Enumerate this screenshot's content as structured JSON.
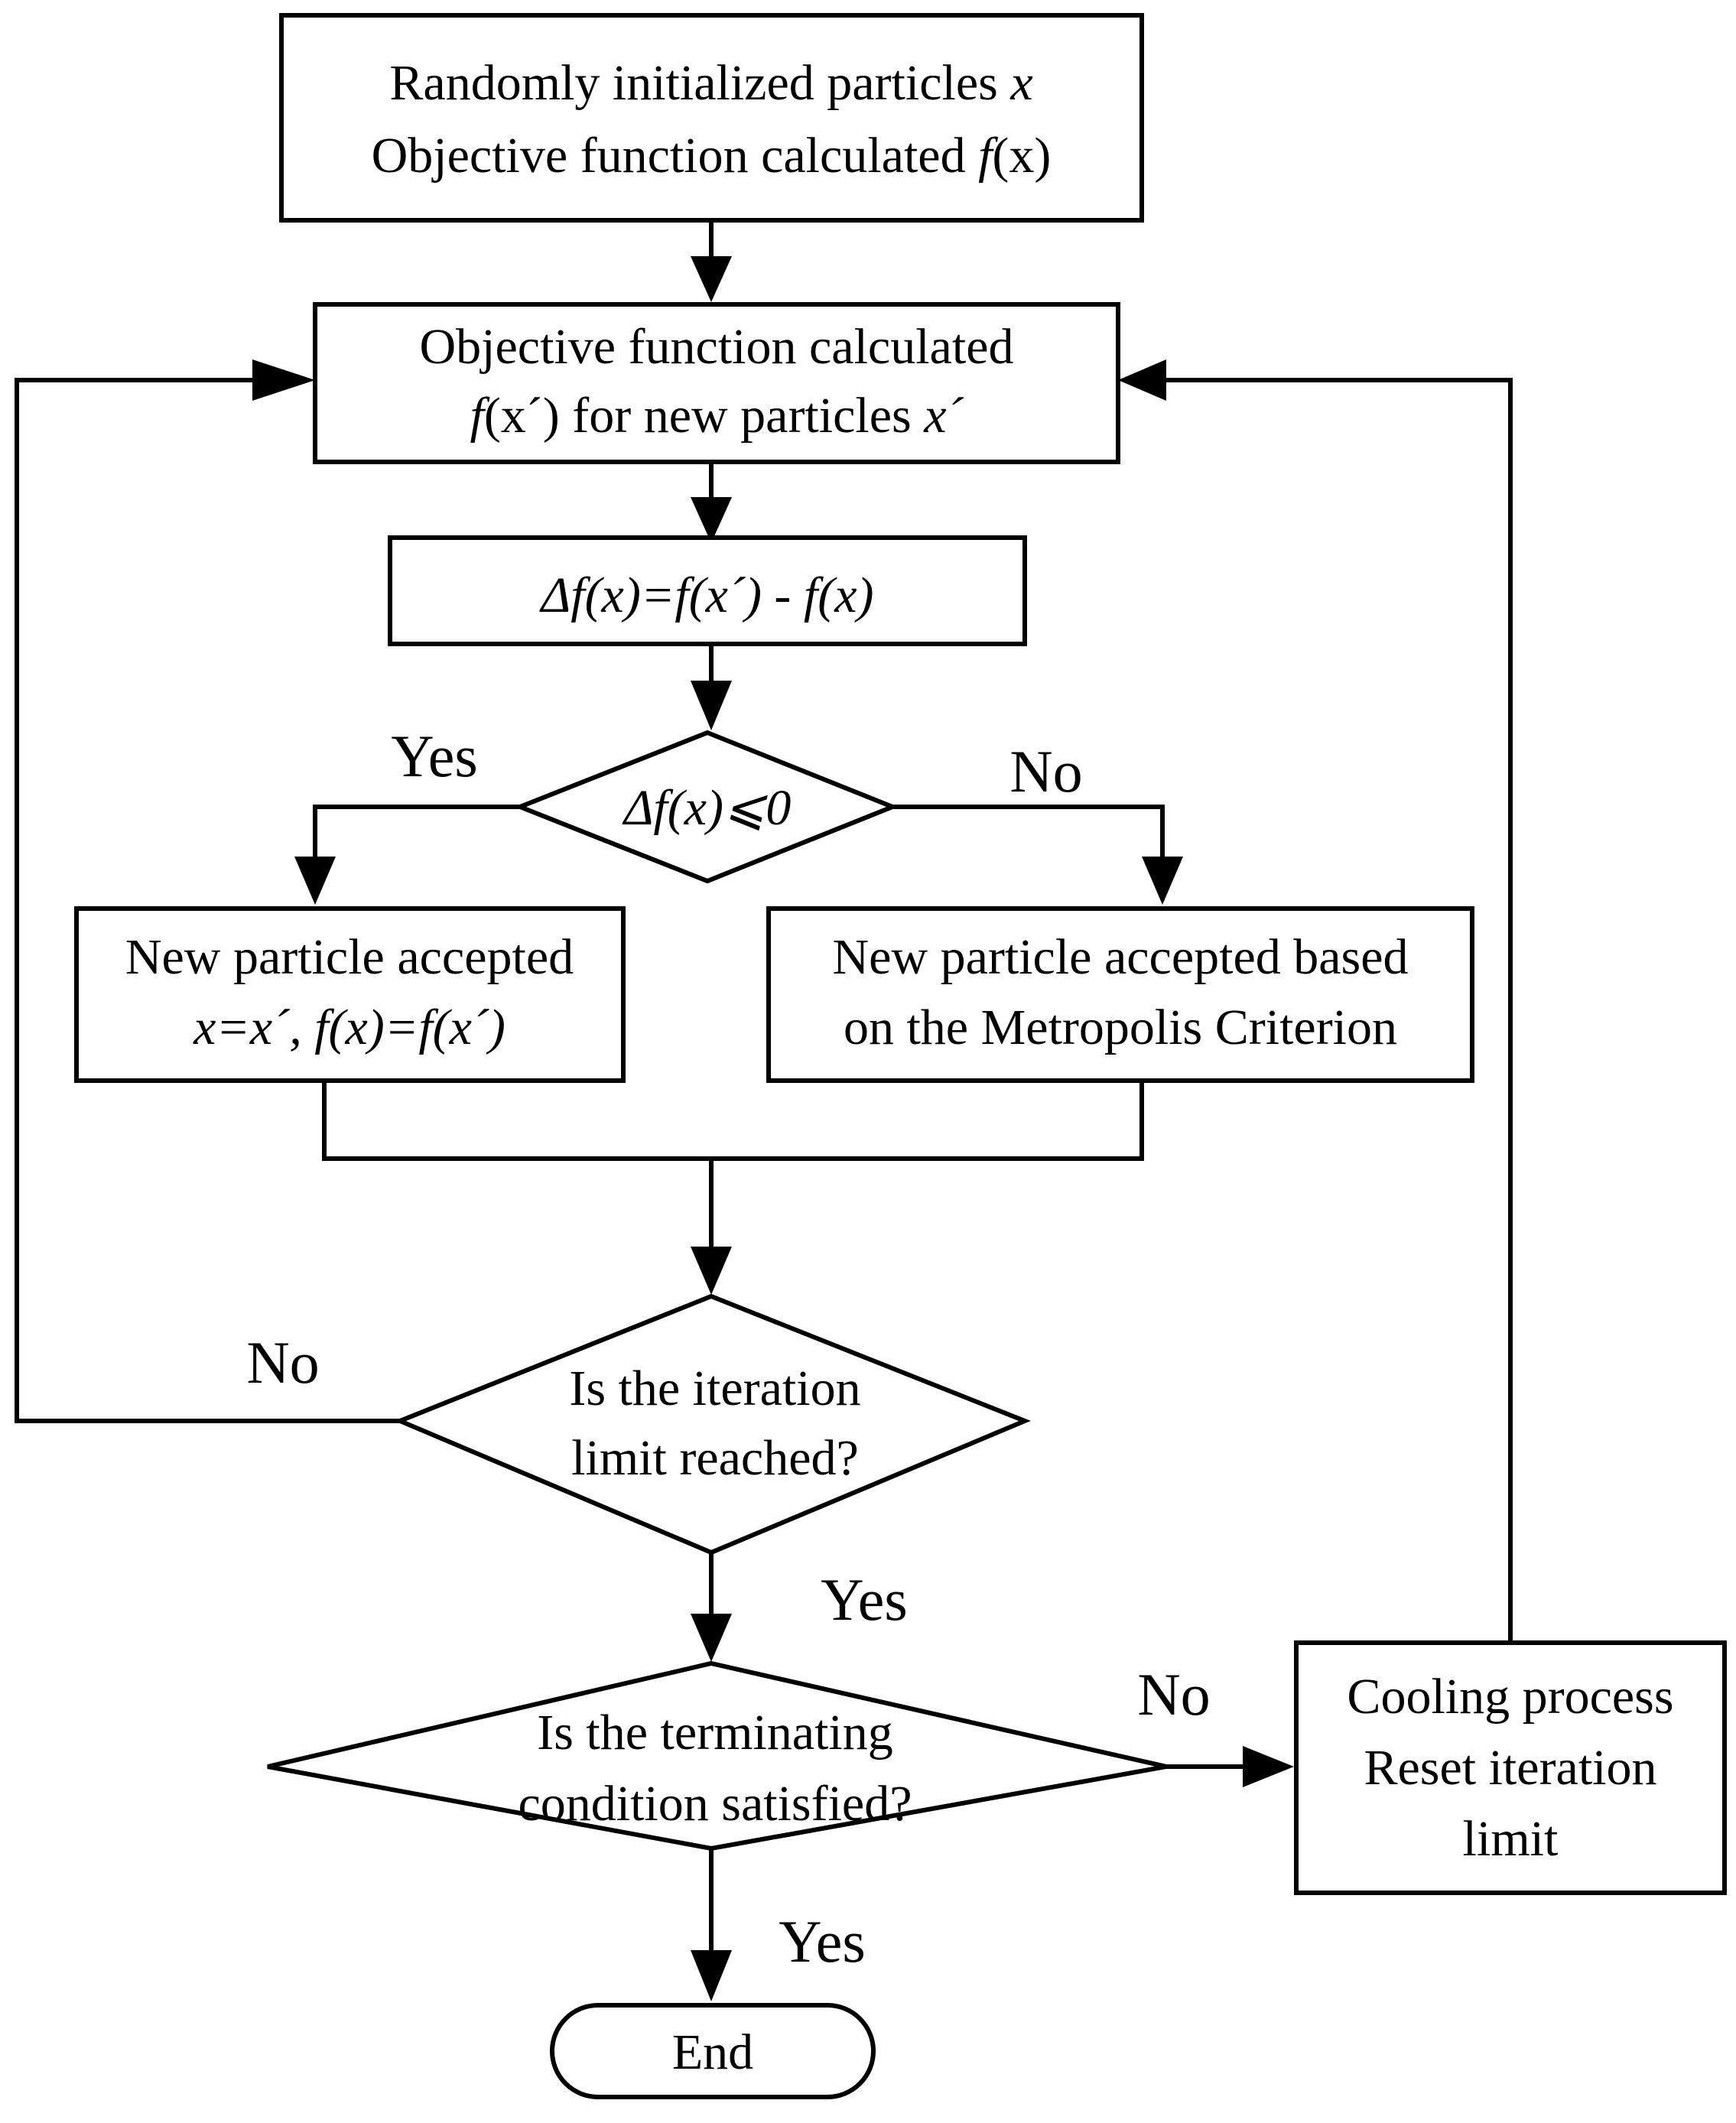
{
  "nodes": {
    "start": {
      "line1": "Randomly initialized particles",
      "line1_var": "x",
      "line2": "Objective function calculated",
      "line2_fn": "f",
      "line2_arg": "(x)"
    },
    "calc_new": {
      "line1": "Objective function calculated",
      "line2_fn": "f",
      "line2_arg": "(x´)",
      "line2_text": " for new particles ",
      "line2_var": "x´"
    },
    "delta": {
      "text": "Δf(x)=f(x´) - f(x)"
    },
    "delta_check": {
      "text": "Δf(x)⩽0"
    },
    "accept": {
      "line1": "New particle accepted",
      "line2": "x=x´, f(x)=f(x´)"
    },
    "metropolis": {
      "line1": "New particle accepted based",
      "line2": "on the Metropolis Criterion"
    },
    "iteration_check": {
      "line1": "Is the iteration",
      "line2": "limit reached?"
    },
    "terminate_check": {
      "line1": "Is the terminating",
      "line2": "condition satisfied?"
    },
    "cooling": {
      "line1": "Cooling process",
      "line2": "Reset  iteration",
      "line3": "limit"
    },
    "end": {
      "text": "End"
    }
  },
  "edge_labels": {
    "delta_yes": "Yes",
    "delta_no": "No",
    "iteration_no": "No",
    "iteration_yes": "Yes",
    "terminate_no": "No",
    "terminate_yes": "Yes"
  }
}
